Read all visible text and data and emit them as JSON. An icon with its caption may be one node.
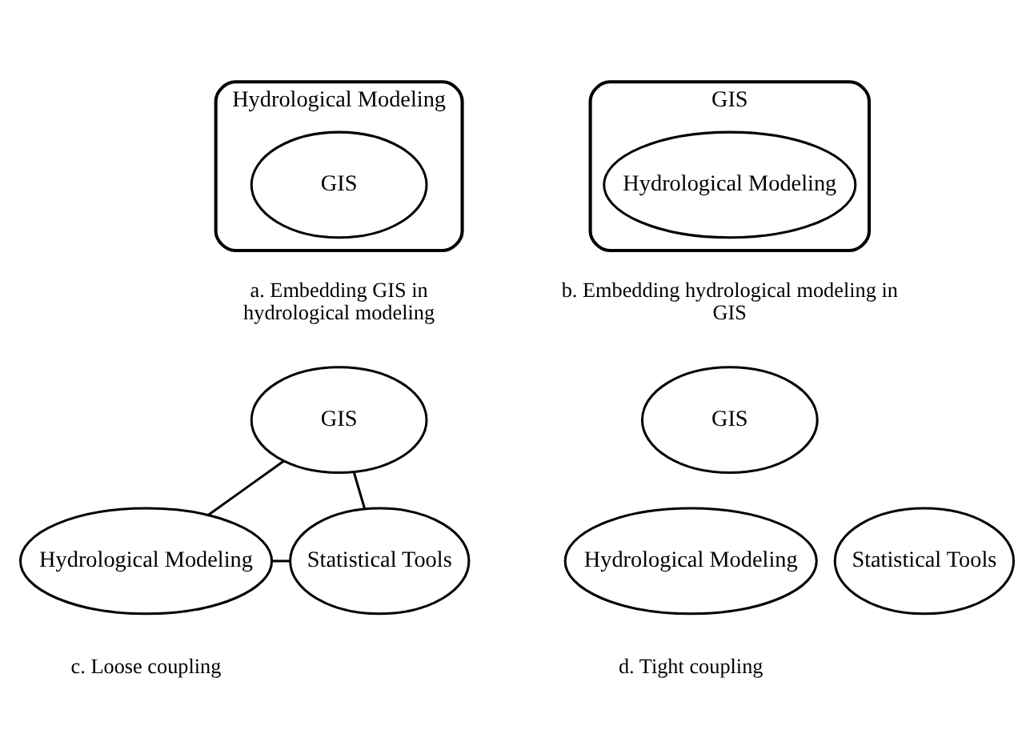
{
  "diagram": {
    "nodes": [
      {
        "text": [
          "Hydrological Modeling"
        ]
      },
      {
        "text": [
          "GIS"
        ],
        "in": 0
      },
      {
        "text": [
          "GIS"
        ]
      },
      {
        "text": [
          "Hydrological Modeling"
        ],
        "in": 2
      },
      {
        "text": [
          "GIS"
        ]
      },
      {
        "text": [
          "Hydrological Modeling"
        ]
      },
      {
        "text": [
          "Statistical Tools"
        ]
      },
      {
        "text": [
          "GIS"
        ]
      },
      {
        "text": [
          "Hydrological Modeling"
        ]
      },
      {
        "text": [
          "Statistical Tools"
        ]
      }
    ],
    "edges": [
      {
        "from": 4,
        "to": 5,
        "arrow": "none"
      },
      {
        "from": 4,
        "to": 6,
        "arrow": "none"
      },
      {
        "from": 5,
        "to": 6,
        "arrow": "none"
      }
    ],
    "labels": [
      "a. Embedding GIS in hydrological modeling",
      "b. Embedding hydrological modeling in GIS",
      "c. Loose coupling",
      "d. Tight coupling"
    ]
  }
}
